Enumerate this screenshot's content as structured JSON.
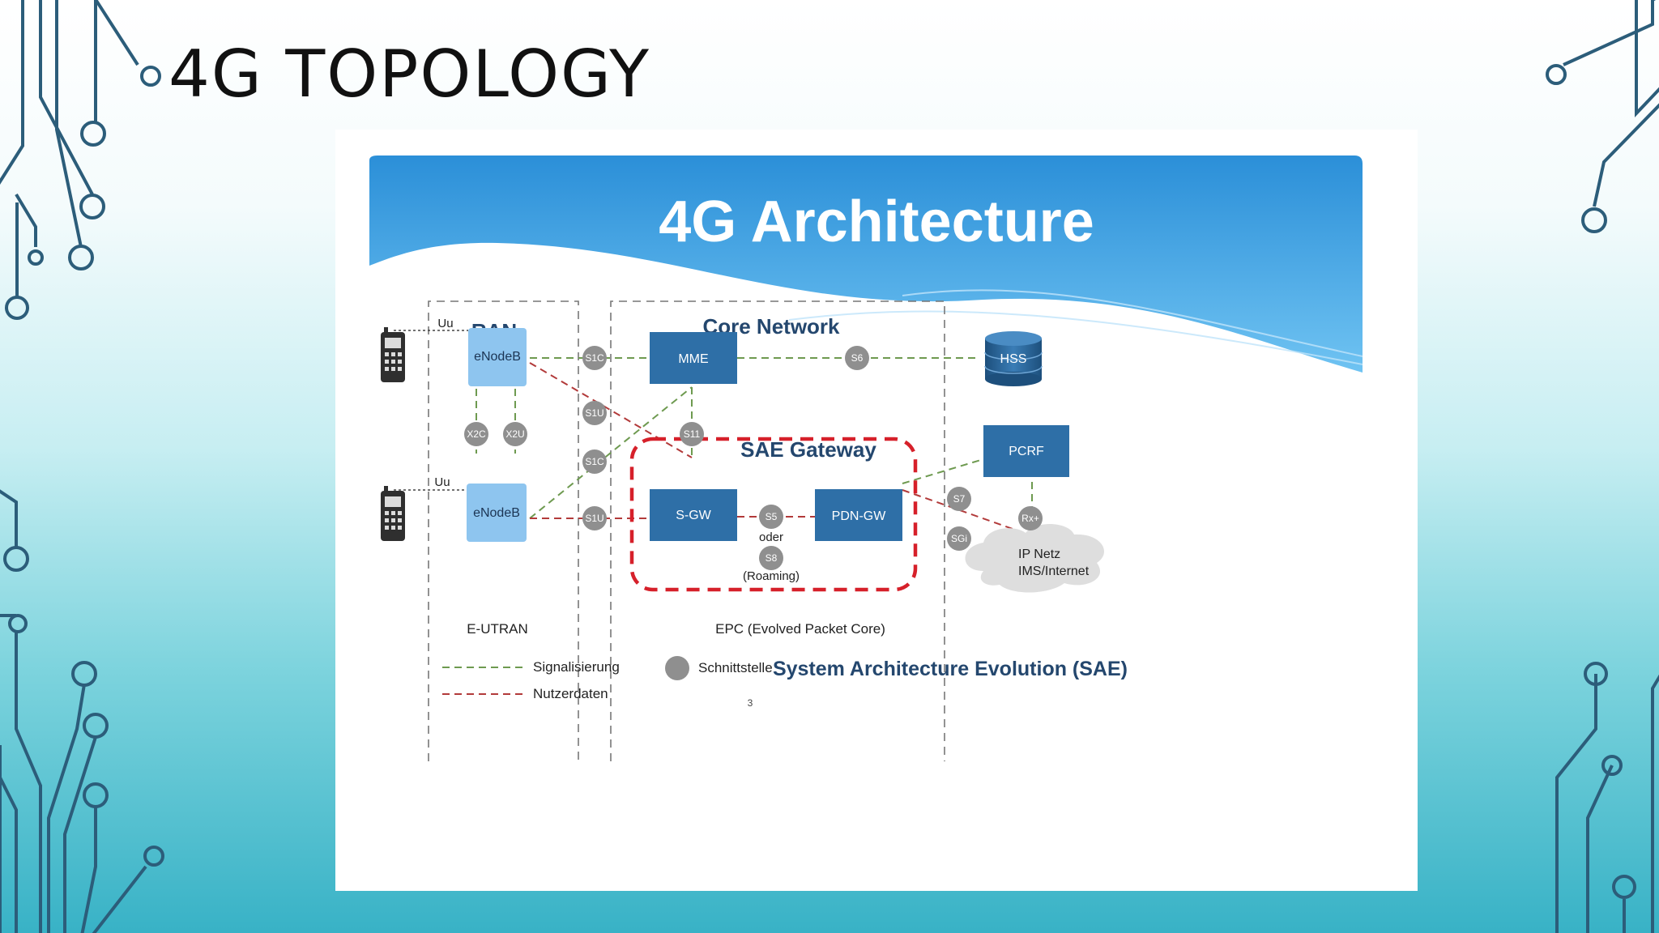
{
  "slide": {
    "title": "4G TOPOLOGY"
  },
  "diagram": {
    "heading": "4G Architecture",
    "regions": {
      "ran": "RAN",
      "core": "Core Network",
      "sae_gateway": "SAE Gateway"
    },
    "nodes": {
      "enodeb_top": "eNodeB",
      "enodeb_bottom": "eNodeB",
      "mme": "MME",
      "sgw": "S-GW",
      "pdn_gw": "PDN-GW",
      "hss": "HSS",
      "pcrf": "PCRF",
      "ip_cloud_line1": "IP Netz",
      "ip_cloud_line2": "IMS/Internet"
    },
    "interfaces": {
      "uu_top": "Uu",
      "uu_bottom": "Uu",
      "x2c": "X2C",
      "x2u": "X2U",
      "s1c_top": "S1C",
      "s1u_top": "S1U",
      "s1c_bottom": "S1C",
      "s1u_bottom": "S1U",
      "s6": "S6",
      "s11": "S11",
      "s5": "S5",
      "s8": "S8",
      "s7": "S7",
      "sgi": "SGi",
      "rx": "Rx+"
    },
    "notes": {
      "oder": "oder",
      "roaming": "(Roaming)"
    },
    "captions": {
      "eutran": "E-UTRAN",
      "epc": "EPC (Evolved Packet Core)"
    },
    "legend": {
      "signalisierung": "Signalisierung",
      "nutzerdaten": "Nutzerdaten",
      "schnittstelle": "Schnittstelle"
    },
    "sae_footer": "System Architecture Evolution (SAE)",
    "page_number": "3",
    "colors": {
      "box_blue": "#2e6fa7",
      "enodeb_blue": "#8ec5ef",
      "banner_blue": "#2b8fd8",
      "signal_line": "#6e9a50",
      "user_line": "#b23a3a",
      "sae_border": "#d6202a",
      "circle_grey": "#8f8f8f",
      "circuit_line": "#2c5d7a"
    },
    "icons": [
      "mobile-phone-icon",
      "database-icon",
      "cloud-icon"
    ]
  }
}
